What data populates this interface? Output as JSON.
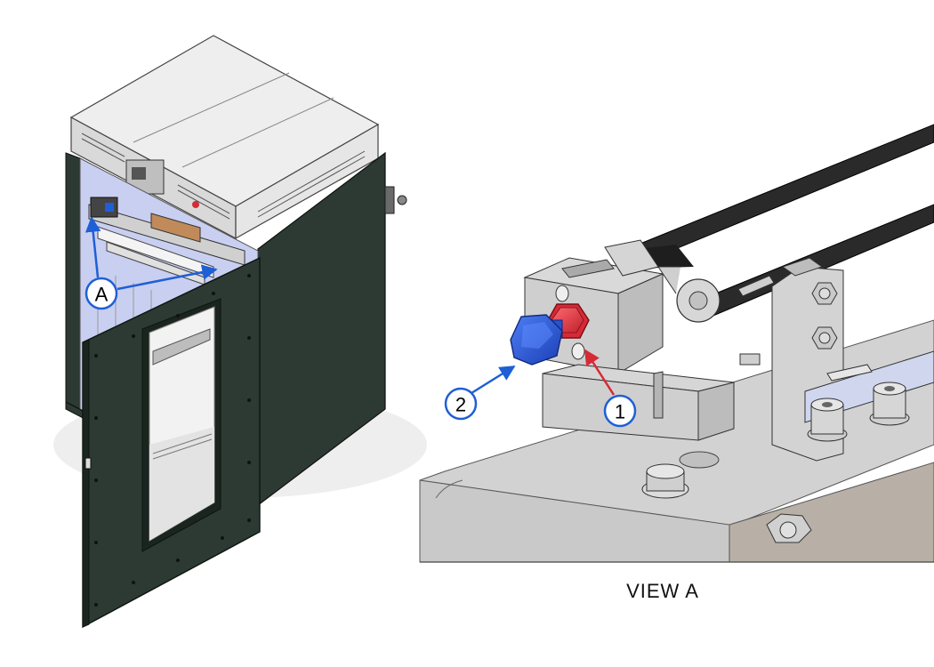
{
  "left_figure": {
    "callout_label": "A"
  },
  "right_figure": {
    "callouts": [
      {
        "label": "1",
        "color": "#e0303a"
      },
      {
        "label": "2",
        "color": "#2453d8"
      }
    ],
    "caption": "VIEW A"
  },
  "colors": {
    "cabinet_dark": "#2c3a33",
    "callout_blue": "#1f5fd6",
    "callout_red": "#d62a36",
    "part_red": "#e0303a",
    "part_blue": "#2453d8",
    "interior_tint": "#c9cff0"
  }
}
